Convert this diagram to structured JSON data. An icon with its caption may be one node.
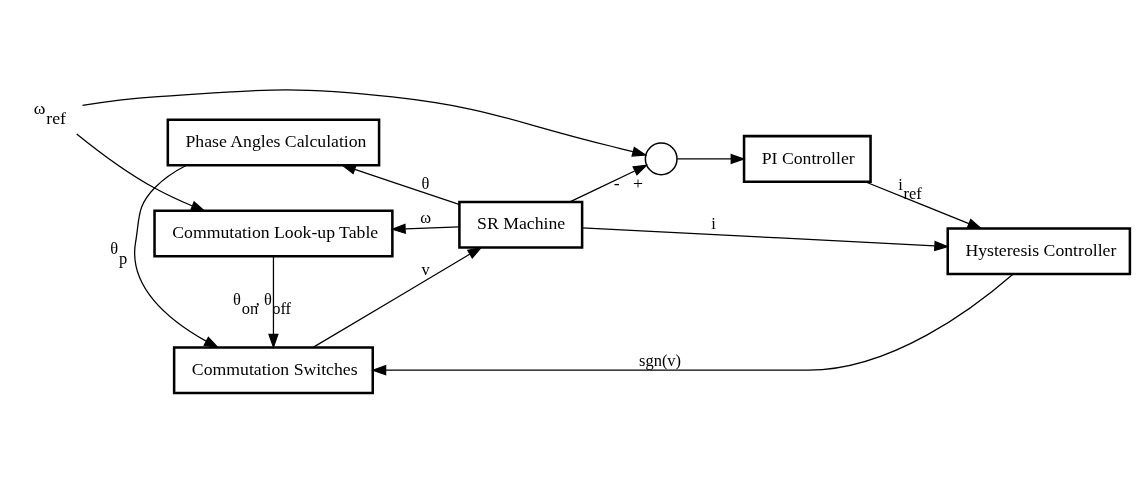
{
  "diagram": {
    "nodes": [
      {
        "text": [
          "Commutation Look-up Table"
        ]
      },
      {
        "text": [
          "PI Controller"
        ]
      },
      {
        "text": [
          "Hysteresis Controller"
        ]
      },
      {
        "text": [
          "Commutation Switches"
        ]
      },
      {
        "text": [
          "SR Machine"
        ]
      },
      {
        "text": [
          "Phase Angles Calculation"
        ]
      },
      {
        "text": [],
        "shape": "circle",
        "beside": [
          "-",
          "+"
        ]
      },
      {
        "text": [
          "ω$_{ref}$"
        ]
      }
    ],
    "edges": [
      {
        "from": 7,
        "to": 6,
        "arrow": "to"
      },
      {
        "from": 7,
        "to": 0,
        "arrow": "to"
      },
      {
        "from": 6,
        "to": 1,
        "arrow": "to"
      },
      {
        "from": 1,
        "to": 2,
        "arrow": "to",
        "label": "i$_{ref}$"
      },
      {
        "from": 2,
        "to": 3,
        "arrow": "to",
        "label": "sgn(v)"
      },
      {
        "from": 0,
        "to": 3,
        "arrow": "to",
        "label": "θ$_{on}$, θ$_{off}$"
      },
      {
        "from": 3,
        "to": 4,
        "arrow": "to",
        "label": "v"
      },
      {
        "from": 5,
        "to": 3,
        "arrow": "to",
        "label": "θ$_{p}$"
      },
      {
        "from": 4,
        "to": 0,
        "arrow": "to",
        "label": "ω"
      },
      {
        "from": 4,
        "to": 6,
        "arrow": "to"
      },
      {
        "from": 4,
        "to": 2,
        "arrow": "to",
        "label": "i"
      },
      {
        "from": 4,
        "to": 5,
        "arrow": "to",
        "label": "θ"
      }
    ]
  }
}
